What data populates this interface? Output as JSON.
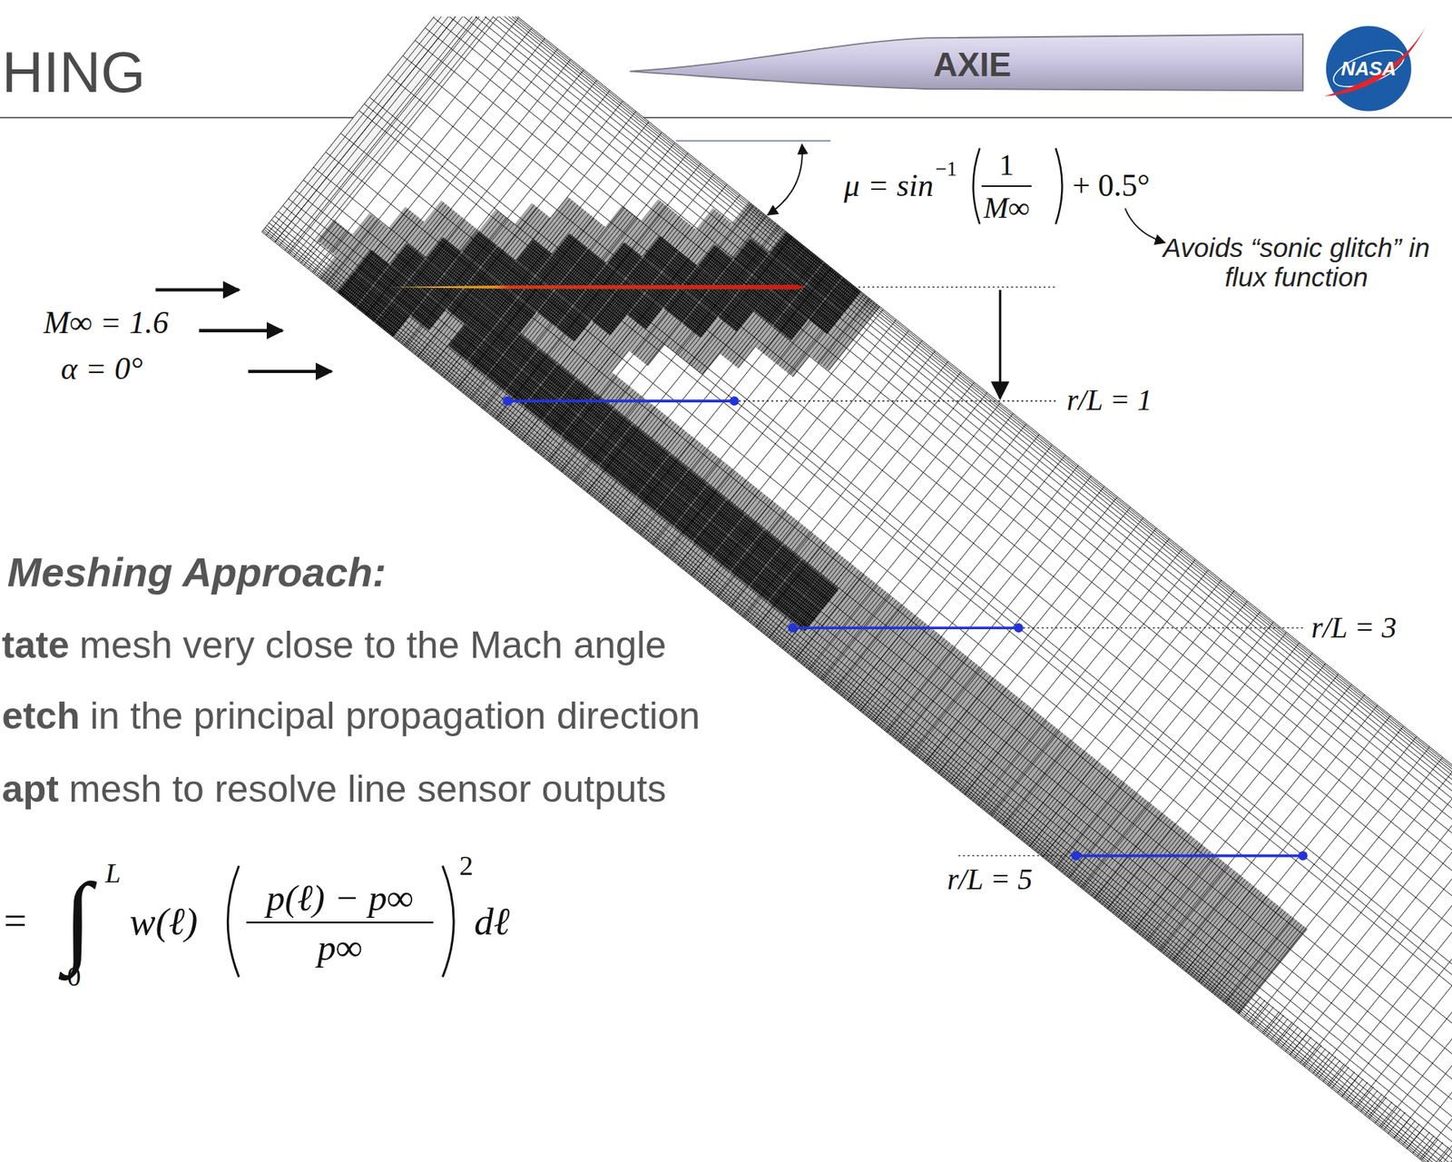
{
  "diagram": {
    "title": "HING",
    "labels": [
      "AXIE",
      "NASA",
      "μ = sin",
      "−1",
      "1",
      "M∞",
      "+ 0.5°",
      "Avoids “sonic glitch” in flux function",
      "M∞ = 1.6",
      "α = 0°",
      "r/L = 1",
      "r/L = 3",
      "r/L = 5",
      "Meshing Approach:",
      "tate",
      "mesh very close to the Mach angle",
      "etch",
      "in the principal propagation direction",
      "apt",
      "mesh to resolve line sensor outputs",
      "=",
      "∫",
      "L",
      "0",
      "w(ℓ)",
      "p(ℓ) − p∞",
      "p∞",
      "2",
      "dℓ"
    ]
  }
}
